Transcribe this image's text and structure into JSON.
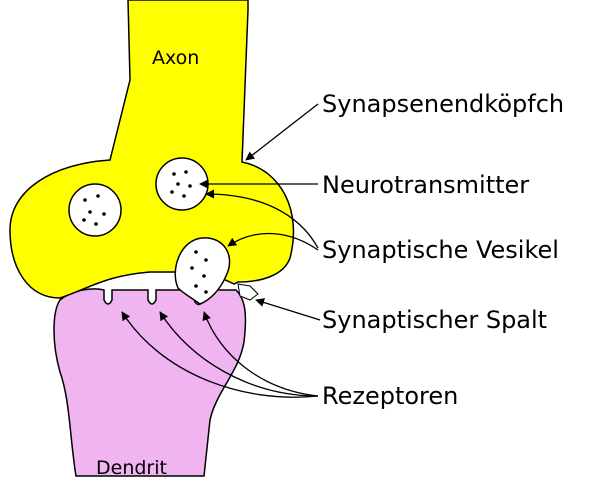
{
  "labels": {
    "axon": "Axon",
    "dendrit": "Dendrit",
    "synapsenendkoepfchen": "Synapsenendköpfch",
    "neurotransmitter": "Neurotransmitter",
    "synaptische_vesikel": "Synaptische Vesikel",
    "synaptischer_spalt": "Synaptischer Spalt",
    "rezeptoren": "Rezeptoren"
  },
  "colors": {
    "axon_terminal": "#ffff00",
    "dendrite": "#f0b4f0",
    "vesicle": "#ffffff",
    "outline": "#000000",
    "background": "#ffffff"
  }
}
